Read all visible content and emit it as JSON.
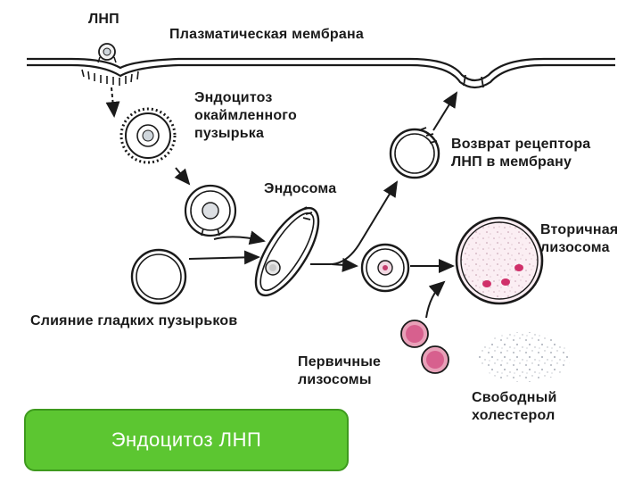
{
  "labels": {
    "ldl": "ЛНП",
    "plasma_membrane": "Плазматическая мембрана",
    "coated_vesicle_endocytosis": "Эндоцитоз\nокаймленного\nпузырька",
    "endosome": "Эндосома",
    "receptor_return": "Возврат рецептора\nЛНП в мембрану",
    "secondary_lysosome": "Вторичная\nлизосома",
    "smooth_vesicle_fusion": "Слияние гладких пузырьков",
    "primary_lysosomes": "Первичные\nлизосомы",
    "free_cholesterol": "Свободный\nхолестерол"
  },
  "caption": "Эндоцитоз ЛНП",
  "colors": {
    "ink": "#1a1a1a",
    "lysosome_fill": "#e8a0b8",
    "lysosome_dot": "#d0306a",
    "secondary_lysosome_fill": "#fbeef3",
    "caption_bg": "#5cc631",
    "caption_text": "#ffffff"
  }
}
